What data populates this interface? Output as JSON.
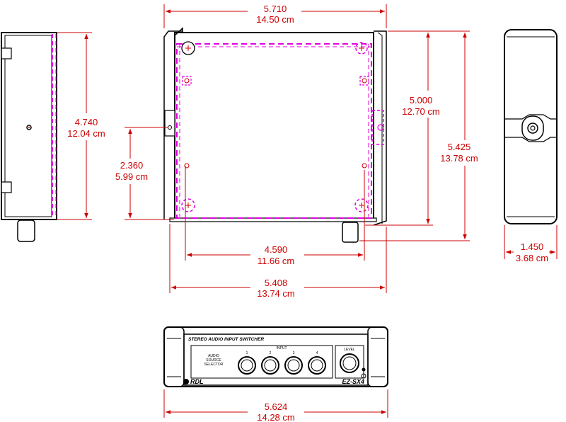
{
  "colors": {
    "dimension": "#cc0000",
    "hidden_outline": "#e000e0",
    "body_line": "#000000",
    "background": "#ffffff"
  },
  "dimensions": {
    "top_width_in": "5.710",
    "top_width_cm": "14.50 cm",
    "side_height_in": "4.740",
    "side_height_cm": "12.04 cm",
    "mount_offset_in": "2.360",
    "mount_offset_cm": "5.99 cm",
    "inner_height_in": "5.000",
    "inner_height_cm": "12.70 cm",
    "outer_height_in": "5.425",
    "outer_height_cm": "13.78 cm",
    "hole_spacing_in": "4.590",
    "hole_spacing_cm": "11.66 cm",
    "base_width_in": "5.408",
    "base_width_cm": "13.74 cm",
    "depth_in": "1.450",
    "depth_cm": "3.68 cm",
    "front_width_in": "5.624",
    "front_width_cm": "14.28 cm"
  },
  "front_panel": {
    "title": "STEREO AUDIO INPUT SWITCHER",
    "selector_label_1": "AUDIO",
    "selector_label_2": "SOURCE",
    "selector_label_3": "SELECTOR",
    "input_label": "INPUT",
    "input_numbers": [
      "1",
      "2",
      "3",
      "4"
    ],
    "level_label": "LEVEL",
    "brand": "RDL",
    "model": "EZ-SX4"
  }
}
